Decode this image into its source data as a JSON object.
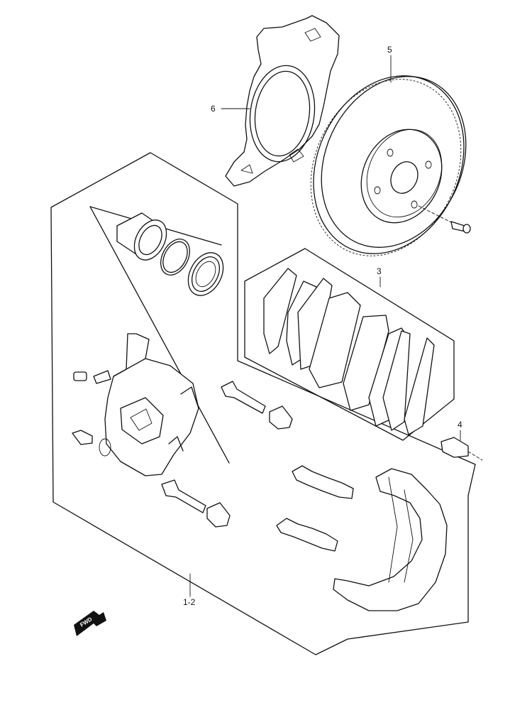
{
  "callouts": {
    "c1_2": "1-2",
    "c3": "3",
    "c4": "4",
    "c5": "5",
    "c6": "6"
  },
  "fwd_indicator": "FWD"
}
